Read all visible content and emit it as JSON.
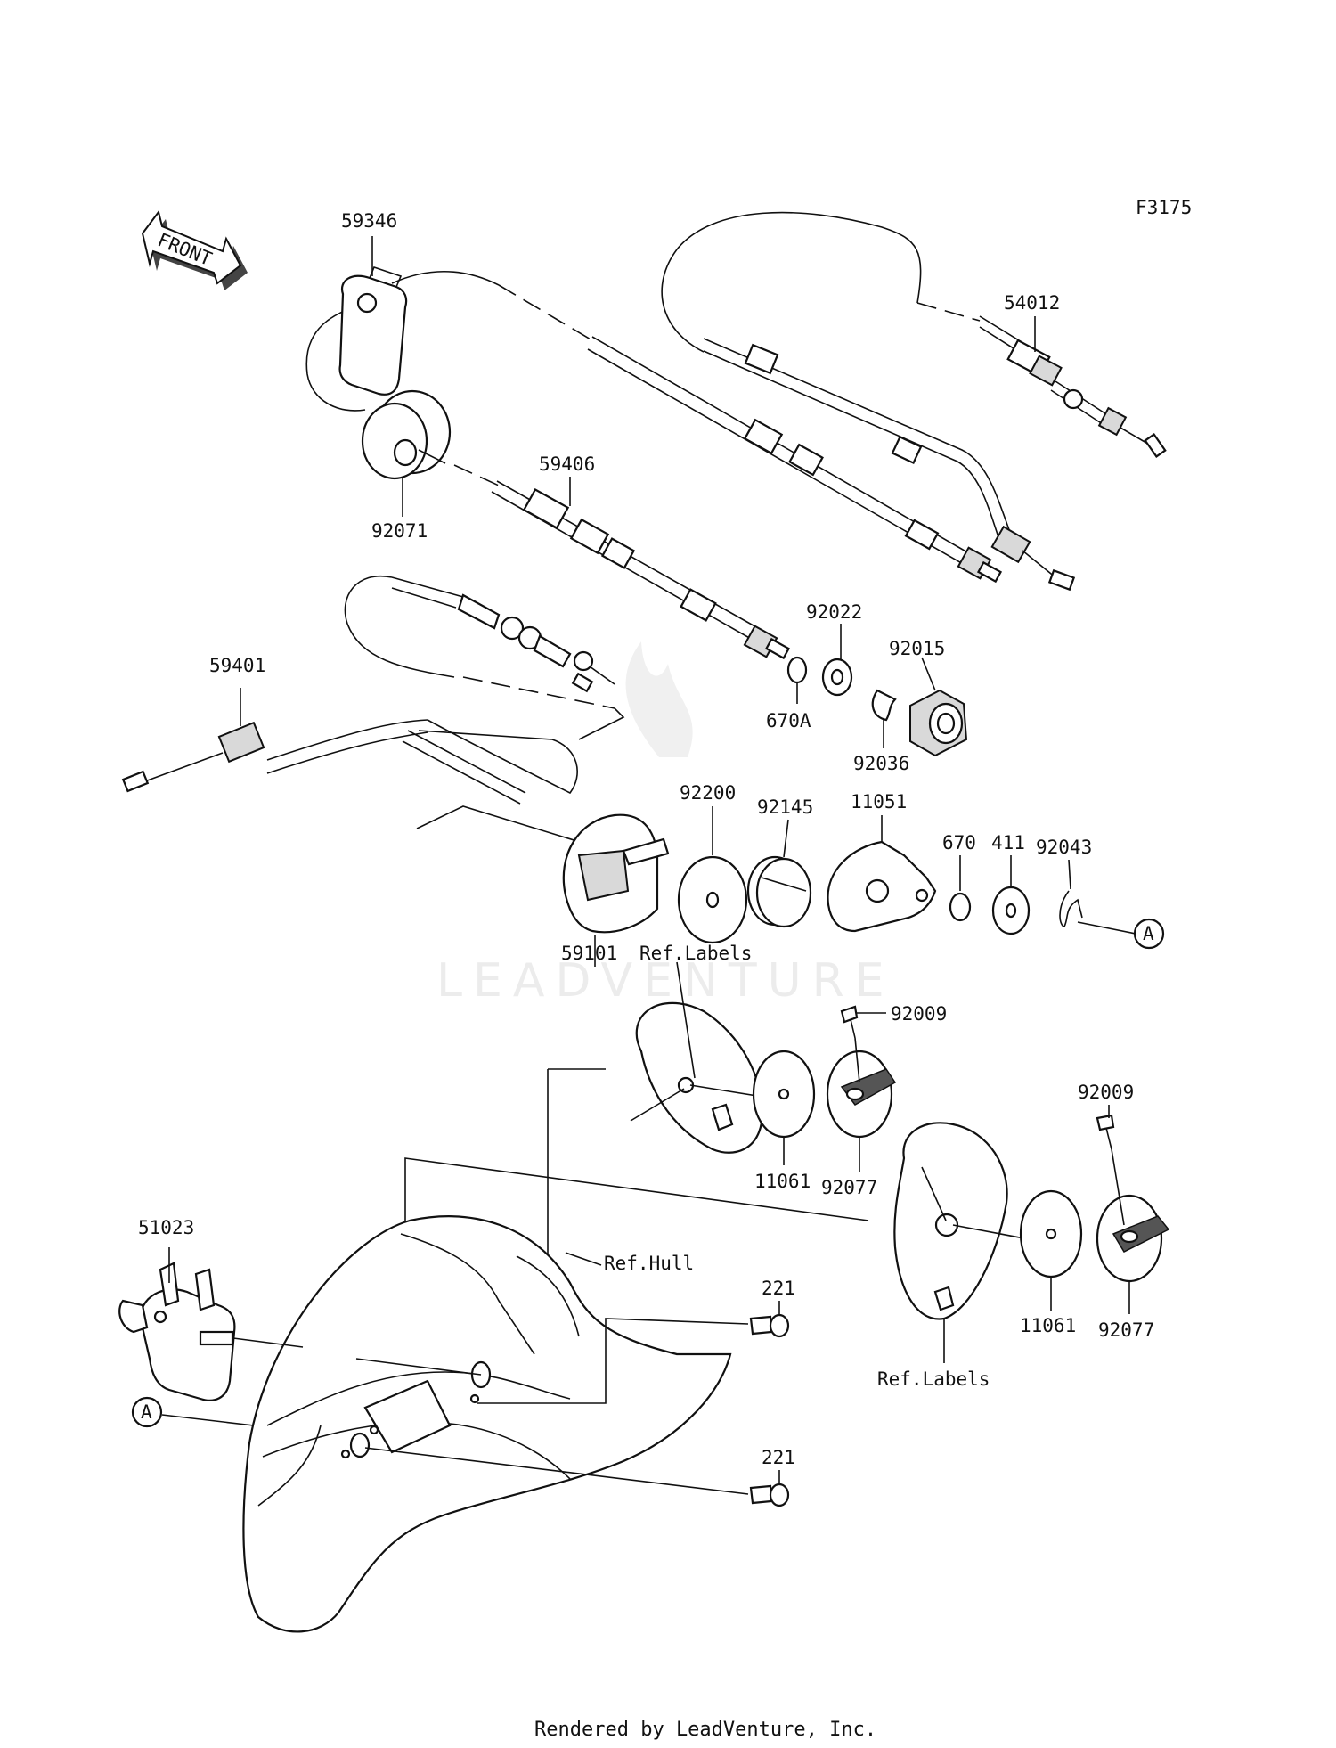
{
  "diagram": {
    "code": "F3175",
    "front_label": "FRONT",
    "watermark": "LEADVENTURE",
    "footer": "Rendered by LeadVenture, Inc.",
    "callout_letter": "A",
    "parts": {
      "p59346": "59346",
      "p54012": "54012",
      "p59406": "59406",
      "p92071": "92071",
      "p92022": "92022",
      "p92015": "92015",
      "p59401": "59401",
      "p670A": "670A",
      "p92036": "92036",
      "p92200": "92200",
      "p92145": "92145",
      "p11051": "11051",
      "p670": "670",
      "p411": "411",
      "p92043": "92043",
      "p59101": "59101",
      "p92009a": "92009",
      "p92009b": "92009",
      "p11061a": "11061",
      "p92077a": "92077",
      "p11061b": "11061",
      "p92077b": "92077",
      "p51023": "51023",
      "p221a": "221",
      "p221b": "221"
    },
    "refs": {
      "labels_top": "Ref.Labels",
      "labels_bottom": "Ref.Labels",
      "hull": "Ref.Hull"
    }
  }
}
